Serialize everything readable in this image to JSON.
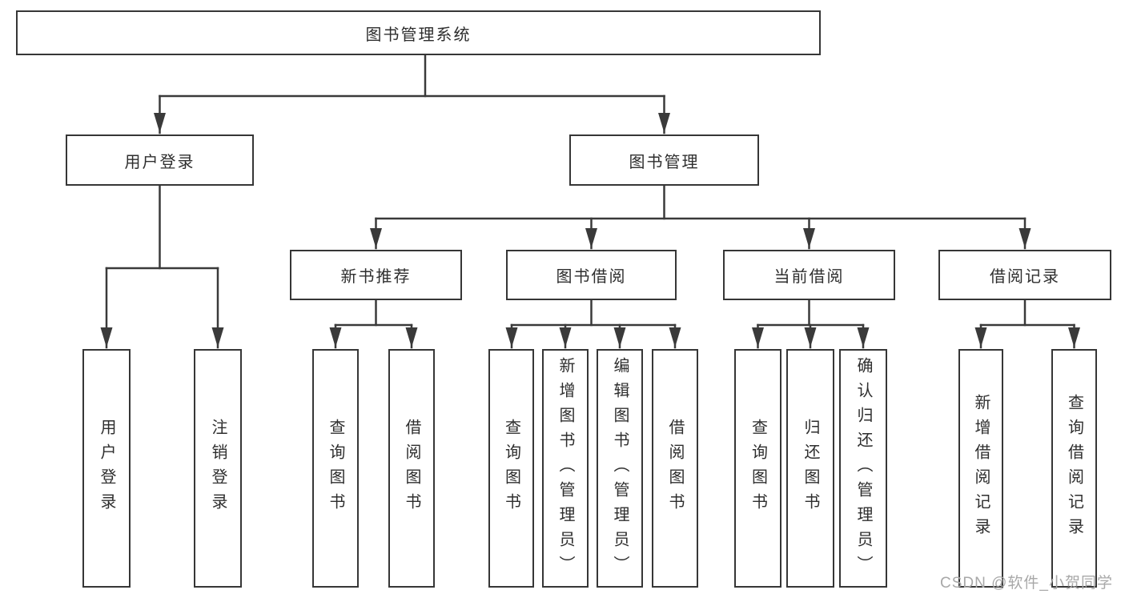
{
  "watermark": "CSDN @软件_小贺同学",
  "colors": {
    "background": "#ffffff",
    "line": "#3a3a3a",
    "box_border": "#363636",
    "text": "#2e2e2e",
    "watermark": "#a8a8a8"
  },
  "tree": {
    "label": "图书管理系统",
    "children": [
      {
        "label": "用户登录",
        "children": [
          {
            "label": "用户登录"
          },
          {
            "label": "注销登录"
          }
        ]
      },
      {
        "label": "图书管理",
        "children": [
          {
            "label": "新书推荐",
            "children": [
              {
                "label": "查询图书"
              },
              {
                "label": "借阅图书"
              }
            ]
          },
          {
            "label": "图书借阅",
            "children": [
              {
                "label": "查询图书"
              },
              {
                "label": "新增图书（管理员）"
              },
              {
                "label": "编辑图书（管理员）"
              },
              {
                "label": "借阅图书"
              }
            ]
          },
          {
            "label": "当前借阅",
            "children": [
              {
                "label": "查询图书"
              },
              {
                "label": "归还图书"
              },
              {
                "label": "确认归还（管理员）"
              }
            ]
          },
          {
            "label": "借阅记录",
            "children": [
              {
                "label": "新增借阅记录"
              },
              {
                "label": "查询借阅记录"
              }
            ]
          }
        ]
      }
    ]
  }
}
